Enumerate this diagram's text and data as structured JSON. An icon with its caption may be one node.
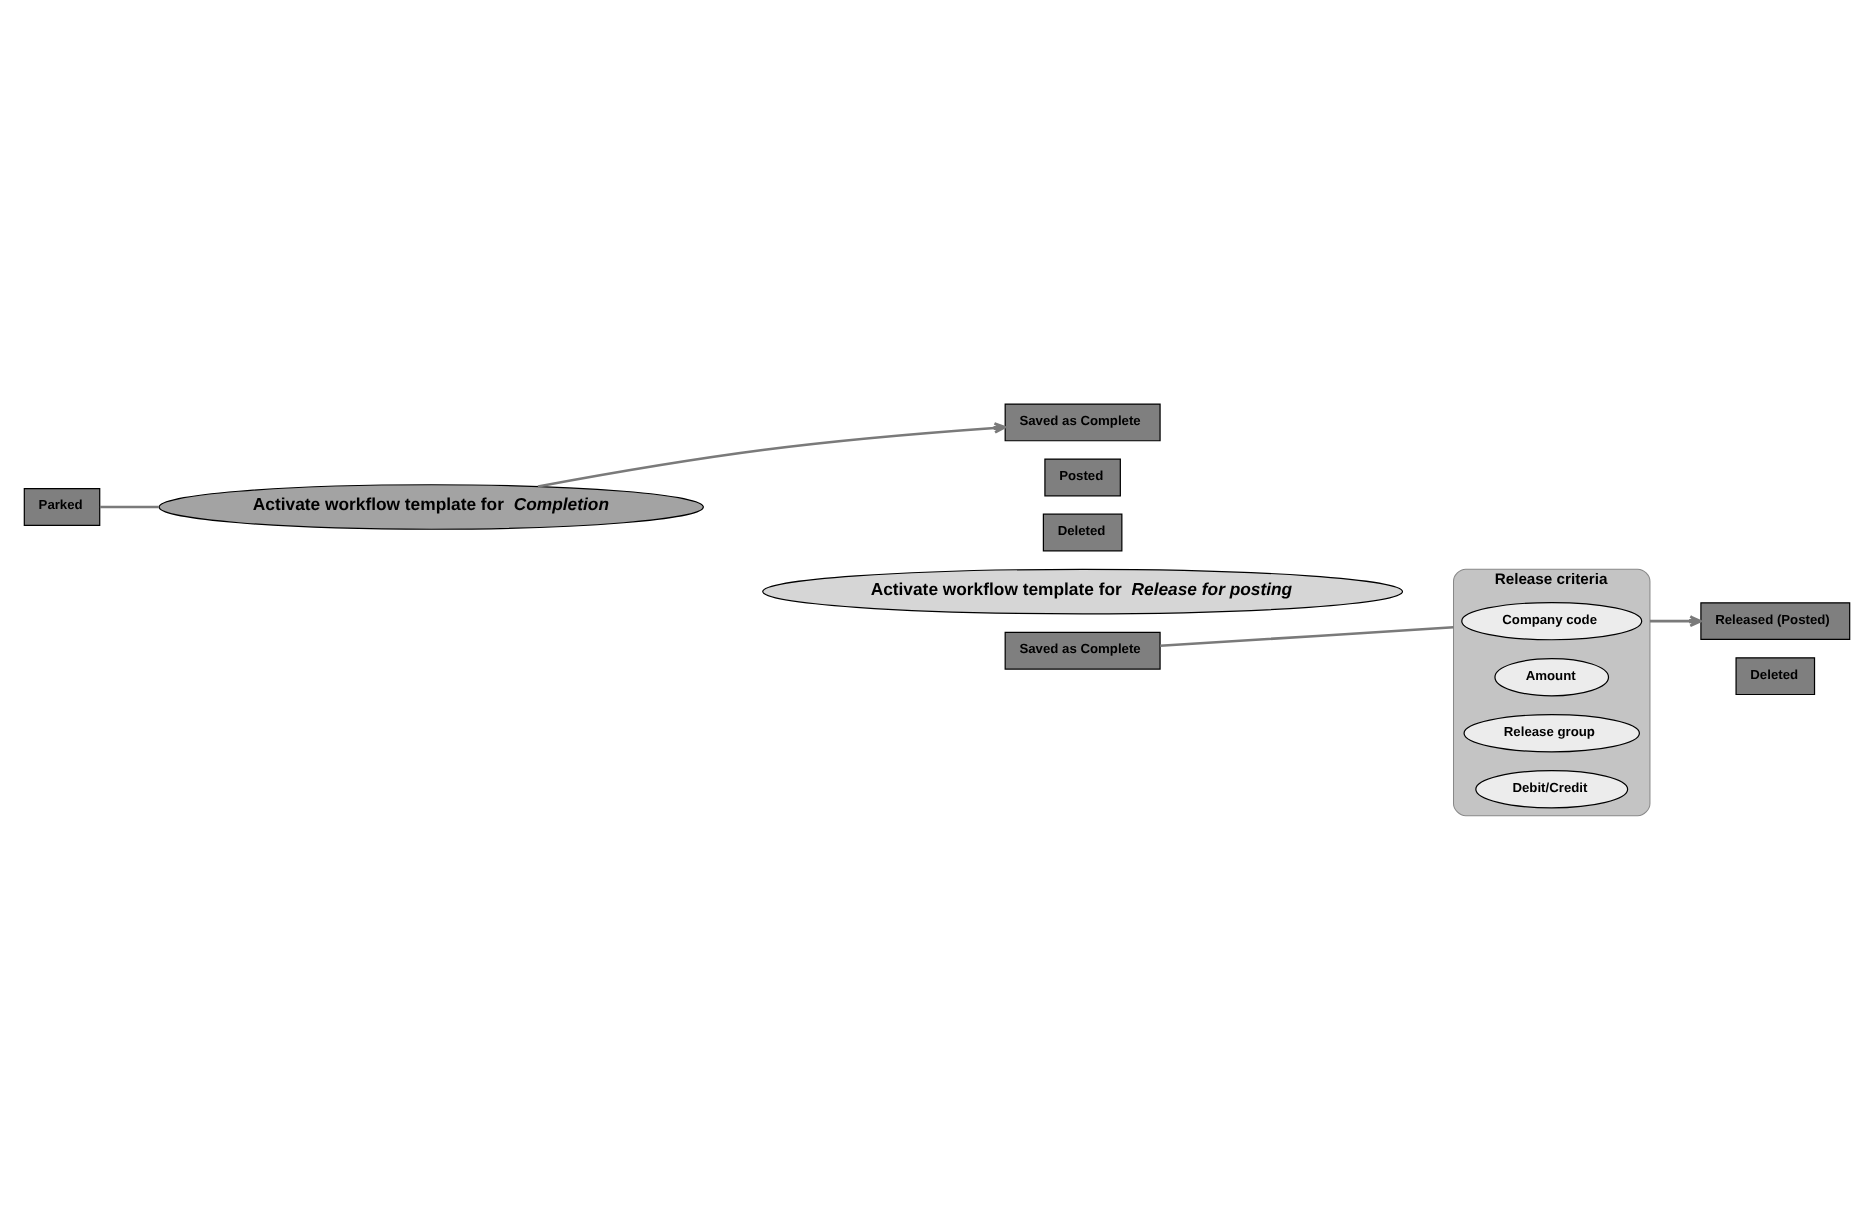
{
  "diagram": {
    "nodes": [
      {
        "text": [
          "Parked"
        ]
      },
      {
        "text": [
          "Activate workflow template for *Completion*"
        ]
      },
      {
        "text": [
          "Saved as Complete"
        ]
      },
      {
        "text": [
          "Posted"
        ]
      },
      {
        "text": [
          "Deleted"
        ]
      },
      {
        "text": [
          "Activate workflow template for *Release for posting*"
        ]
      },
      {
        "text": [
          "Saved as Complete"
        ]
      },
      {
        "text": [
          "Release criteria"
        ]
      },
      {
        "text": [
          "Company code"
        ],
        "in": 7
      },
      {
        "text": [
          "Amount"
        ],
        "in": 7
      },
      {
        "text": [
          "Release group"
        ],
        "in": 7
      },
      {
        "text": [
          "Debit/Credit"
        ],
        "in": 7
      },
      {
        "text": [
          "Released (Posted)"
        ]
      },
      {
        "text": [
          "Deleted"
        ]
      }
    ],
    "edges": [
      {
        "from": 0,
        "to": 1,
        "arrow": "none"
      },
      {
        "from": 1,
        "to": 2,
        "arrow": "to"
      },
      {
        "from": 6,
        "to": 7,
        "arrow": "none"
      },
      {
        "from": 7,
        "to": 12,
        "arrow": "to"
      }
    ]
  }
}
